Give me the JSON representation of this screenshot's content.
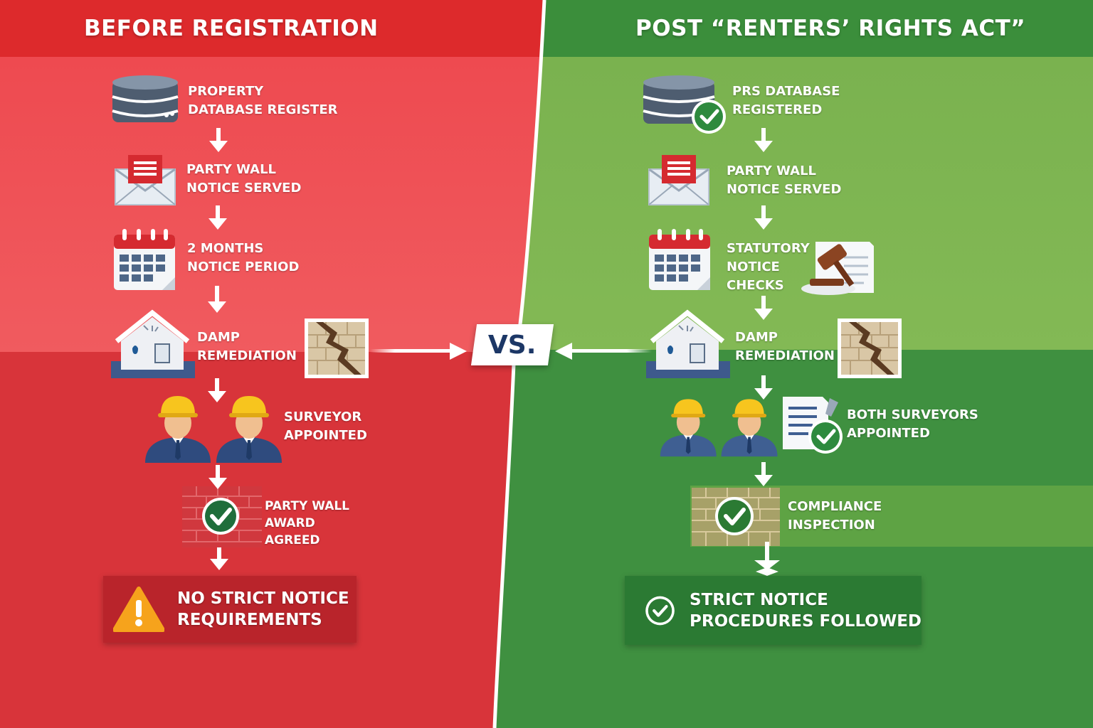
{
  "left": {
    "title": "BEFORE REGISTRATION",
    "steps": [
      {
        "line1": "PROPERTY",
        "line2": "DATABASE REGISTER"
      },
      {
        "line1": "PARTY WALL",
        "line2": "NOTICE SERVED"
      },
      {
        "line1": "2 MONTHS",
        "line2": "NOTICE PERIOD"
      },
      {
        "line1": "DAMP",
        "line2": "REMEDIATION"
      },
      {
        "line1": "SURVEYOR",
        "line2": "APPOINTED"
      },
      {
        "line1": "PARTY WALL",
        "line2": "AWARD",
        "line3": "AGREED"
      }
    ],
    "result": {
      "line1": "NO STRICT NOTICE",
      "line2": "REQUIREMENTS",
      "icon": "warning-icon"
    }
  },
  "right": {
    "title": "POST “RENTERS’ RIGHTS ACT”",
    "steps": [
      {
        "line1": "PRS DATABASE",
        "line2": "REGISTERED"
      },
      {
        "line1": "PARTY WALL",
        "line2": "NOTICE SERVED"
      },
      {
        "line1": "STATUTORY",
        "line2": "NOTICE",
        "line3": "CHECKS"
      },
      {
        "line1": "DAMP",
        "line2": "REMEDIATION"
      },
      {
        "line1": "BOTH SURVEYORS",
        "line2": "APPOINTED"
      },
      {
        "line1": "COMPLIANCE",
        "line2": "INSPECTION"
      }
    ],
    "result": {
      "line1": "STRICT NOTICE",
      "line2": "PROCEDURES FOLLOWED",
      "icon": "check-circle-icon"
    }
  },
  "vs_label": "VS.",
  "colors": {
    "red_header": "#dd2a2c",
    "red_light": "#ef5157",
    "red_dark": "#d8343a",
    "green_header": "#3b8e3b",
    "green_light": "#79b24e",
    "green_dark": "#3f9040",
    "vs_text": "#1c3766"
  }
}
